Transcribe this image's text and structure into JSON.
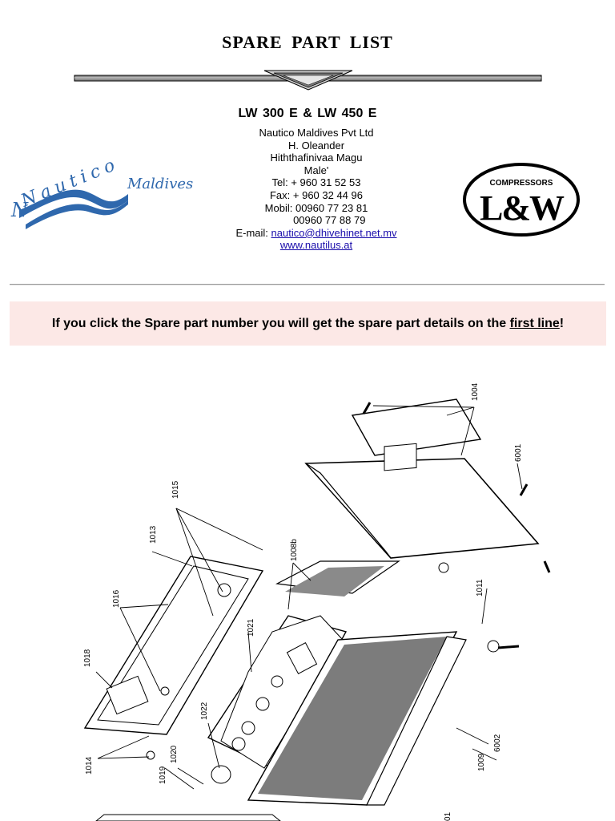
{
  "header": {
    "title": "SPARE  PART  LIST",
    "subtitle": "LW 300 E  &  LW 450 E"
  },
  "contact": {
    "company": "Nautico Maldives Pvt Ltd",
    "address_1": "H. Oleander",
    "address_2": "Hiththafinivaa Magu",
    "city": "Male'",
    "tel": "Tel: + 960 31 52 53",
    "fax": "Fax: + 960 32 44 96",
    "mobil_1": "Mobil: 00960 77 23 81",
    "mobil_2": "         00960 77 88 79",
    "email_label": "E-mail: ",
    "email": "nautico@dhivehinet.net.mv",
    "website": "www.nautilus.at"
  },
  "logos": {
    "nautico": "Nautico",
    "maldives": "Maldives",
    "lw_top": "COMPRESSORS",
    "lw_main": "L&W"
  },
  "notice": {
    "text_before": "If you click the Spare part number you will get the spare part details on the ",
    "link_text": "first line",
    "text_after": "!"
  },
  "diagram": {
    "part_numbers": [
      "1004",
      "6001",
      "1015",
      "1013",
      "1008b",
      "1016",
      "1011",
      "1021",
      "1018",
      "1022",
      "1014",
      "1019",
      "1020",
      "1009",
      "6002",
      "01"
    ]
  },
  "colors": {
    "notice_bg": "#fce8e6",
    "link": "#1a0dab",
    "nautico_wave": "#2f68ad"
  }
}
